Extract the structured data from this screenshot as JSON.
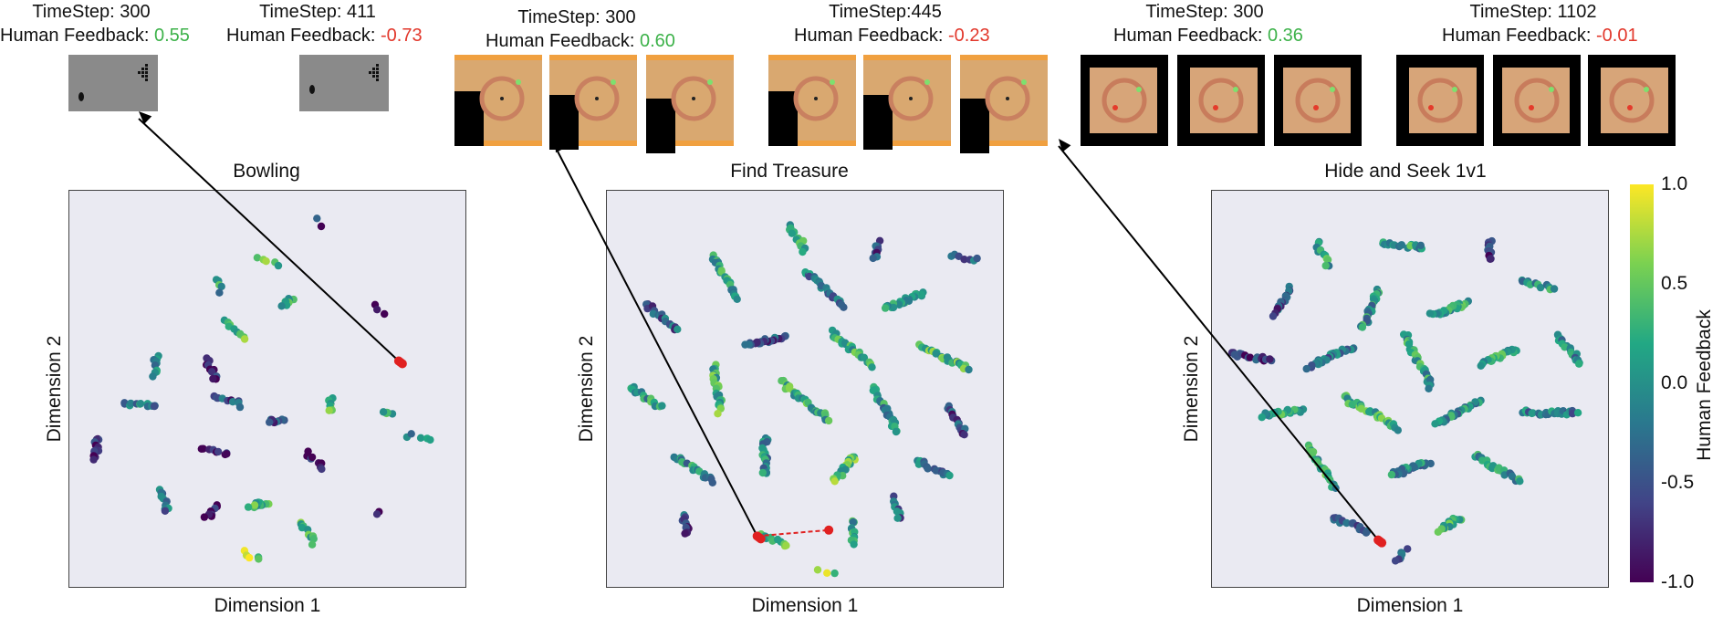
{
  "colors": {
    "positive": "#3db24a",
    "negative": "#e2372b",
    "highlight": "#e02020",
    "plot_bg": "#eaeaf2"
  },
  "icons": {
    "bowling_frame": "bowling-frame-icon",
    "maze_frame": "maze-frame-icon"
  },
  "annotations": [
    {
      "timestep_label": "TimeStep: 300",
      "feedback_label": "Human Feedback: ",
      "feedback_value": "0.55",
      "sign": "pos"
    },
    {
      "timestep_label": "TimeStep: 411",
      "feedback_label": "Human Feedback: ",
      "feedback_value": "-0.73",
      "sign": "neg"
    },
    {
      "timestep_label": "TimeStep: 300",
      "feedback_label": "Human Feedback: ",
      "feedback_value": "0.60",
      "sign": "pos"
    },
    {
      "timestep_label": "TimeStep:445",
      "feedback_label": "Human Feedback: ",
      "feedback_value": "-0.23",
      "sign": "neg"
    },
    {
      "timestep_label": "TimeStep: 300",
      "feedback_label": "Human Feedback: ",
      "feedback_value": "0.36",
      "sign": "pos"
    },
    {
      "timestep_label": "TimeStep: 1102",
      "feedback_label": "Human Feedback: ",
      "feedback_value": "-0.01",
      "sign": "neg"
    }
  ],
  "chart_data": [
    {
      "type": "scatter",
      "title": "Bowling",
      "xlabel": "Dimension 1",
      "ylabel": "Dimension 2",
      "color_by": "Human Feedback",
      "clim": [
        -1.0,
        1.0
      ],
      "clusters": [
        {
          "x": 0.63,
          "y": 0.92,
          "n": 2,
          "v": -0.8
        },
        {
          "x": 0.55,
          "y": 0.72,
          "n": 8,
          "v": 0.2
        },
        {
          "x": 0.5,
          "y": 0.82,
          "n": 5,
          "v": 0.4
        },
        {
          "x": 0.38,
          "y": 0.76,
          "n": 5,
          "v": 0.1
        },
        {
          "x": 0.42,
          "y": 0.65,
          "n": 10,
          "v": 0.3
        },
        {
          "x": 0.36,
          "y": 0.55,
          "n": 10,
          "v": -0.9
        },
        {
          "x": 0.22,
          "y": 0.56,
          "n": 10,
          "v": 0.0
        },
        {
          "x": 0.18,
          "y": 0.46,
          "n": 12,
          "v": -0.1
        },
        {
          "x": 0.4,
          "y": 0.47,
          "n": 10,
          "v": -0.5
        },
        {
          "x": 0.52,
          "y": 0.42,
          "n": 10,
          "v": -0.6
        },
        {
          "x": 0.66,
          "y": 0.46,
          "n": 8,
          "v": 0.4
        },
        {
          "x": 0.78,
          "y": 0.7,
          "n": 3,
          "v": -0.9
        },
        {
          "x": 0.8,
          "y": 0.44,
          "n": 6,
          "v": 0.2
        },
        {
          "x": 0.88,
          "y": 0.38,
          "n": 5,
          "v": 0.0
        },
        {
          "x": 0.07,
          "y": 0.35,
          "n": 12,
          "v": -0.9
        },
        {
          "x": 0.37,
          "y": 0.34,
          "n": 9,
          "v": -0.8
        },
        {
          "x": 0.62,
          "y": 0.32,
          "n": 8,
          "v": -0.8
        },
        {
          "x": 0.24,
          "y": 0.22,
          "n": 10,
          "v": -0.3
        },
        {
          "x": 0.36,
          "y": 0.19,
          "n": 10,
          "v": -0.9
        },
        {
          "x": 0.48,
          "y": 0.21,
          "n": 12,
          "v": 0.3
        },
        {
          "x": 0.6,
          "y": 0.14,
          "n": 10,
          "v": 0.3
        },
        {
          "x": 0.46,
          "y": 0.08,
          "n": 5,
          "v": 0.6
        },
        {
          "x": 0.78,
          "y": 0.19,
          "n": 2,
          "v": -0.8
        }
      ],
      "highlight": {
        "x": 0.83,
        "y": 0.57
      }
    },
    {
      "type": "scatter",
      "title": "Find Treasure",
      "xlabel": "Dimension 1",
      "ylabel": "Dimension 2",
      "color_by": "Human Feedback",
      "clim": [
        -1.0,
        1.0
      ],
      "clusters": [
        {
          "x": 0.48,
          "y": 0.88,
          "n": 12,
          "v": 0.1
        },
        {
          "x": 0.68,
          "y": 0.85,
          "n": 8,
          "v": -0.6
        },
        {
          "x": 0.9,
          "y": 0.83,
          "n": 7,
          "v": -0.3
        },
        {
          "x": 0.3,
          "y": 0.78,
          "n": 25,
          "v": 0.1
        },
        {
          "x": 0.55,
          "y": 0.75,
          "n": 25,
          "v": -0.2
        },
        {
          "x": 0.75,
          "y": 0.72,
          "n": 25,
          "v": 0.1
        },
        {
          "x": 0.14,
          "y": 0.68,
          "n": 18,
          "v": -0.4
        },
        {
          "x": 0.4,
          "y": 0.62,
          "n": 25,
          "v": -0.5
        },
        {
          "x": 0.62,
          "y": 0.6,
          "n": 25,
          "v": 0.2
        },
        {
          "x": 0.85,
          "y": 0.58,
          "n": 25,
          "v": 0.3
        },
        {
          "x": 0.1,
          "y": 0.48,
          "n": 15,
          "v": 0.1
        },
        {
          "x": 0.28,
          "y": 0.5,
          "n": 25,
          "v": 0.3
        },
        {
          "x": 0.5,
          "y": 0.47,
          "n": 30,
          "v": 0.2
        },
        {
          "x": 0.7,
          "y": 0.45,
          "n": 25,
          "v": 0.0
        },
        {
          "x": 0.88,
          "y": 0.42,
          "n": 15,
          "v": -0.5
        },
        {
          "x": 0.22,
          "y": 0.3,
          "n": 20,
          "v": 0.0
        },
        {
          "x": 0.4,
          "y": 0.33,
          "n": 20,
          "v": -0.1
        },
        {
          "x": 0.6,
          "y": 0.3,
          "n": 20,
          "v": 0.4
        },
        {
          "x": 0.82,
          "y": 0.3,
          "n": 15,
          "v": -0.2
        },
        {
          "x": 0.2,
          "y": 0.16,
          "n": 10,
          "v": -0.5
        },
        {
          "x": 0.42,
          "y": 0.12,
          "n": 12,
          "v": 0.3
        },
        {
          "x": 0.62,
          "y": 0.14,
          "n": 12,
          "v": 0.1
        },
        {
          "x": 0.73,
          "y": 0.2,
          "n": 10,
          "v": -0.3
        },
        {
          "x": 0.55,
          "y": 0.04,
          "n": 3,
          "v": 0.7
        }
      ],
      "highlight": {
        "x": 0.38,
        "y": 0.13
      },
      "highlight_end": {
        "x": 0.56,
        "y": 0.145
      }
    },
    {
      "type": "scatter",
      "title": "Hide and Seek 1v1",
      "xlabel": "Dimension 1",
      "ylabel": "Dimension 2",
      "color_by": "Human Feedback",
      "clim": [
        -1.0,
        1.0
      ],
      "clusters": [
        {
          "x": 0.48,
          "y": 0.86,
          "n": 18,
          "v": 0.1
        },
        {
          "x": 0.28,
          "y": 0.84,
          "n": 12,
          "v": 0.2
        },
        {
          "x": 0.7,
          "y": 0.85,
          "n": 10,
          "v": -0.6
        },
        {
          "x": 0.82,
          "y": 0.76,
          "n": 12,
          "v": 0.0
        },
        {
          "x": 0.18,
          "y": 0.72,
          "n": 18,
          "v": -0.5
        },
        {
          "x": 0.4,
          "y": 0.7,
          "n": 25,
          "v": 0.0
        },
        {
          "x": 0.6,
          "y": 0.7,
          "n": 25,
          "v": 0.1
        },
        {
          "x": 0.1,
          "y": 0.58,
          "n": 18,
          "v": -0.7
        },
        {
          "x": 0.3,
          "y": 0.58,
          "n": 30,
          "v": -0.3
        },
        {
          "x": 0.52,
          "y": 0.57,
          "n": 30,
          "v": 0.1
        },
        {
          "x": 0.72,
          "y": 0.58,
          "n": 25,
          "v": 0.2
        },
        {
          "x": 0.9,
          "y": 0.6,
          "n": 18,
          "v": -0.1
        },
        {
          "x": 0.18,
          "y": 0.44,
          "n": 25,
          "v": 0.1
        },
        {
          "x": 0.4,
          "y": 0.44,
          "n": 30,
          "v": 0.2
        },
        {
          "x": 0.62,
          "y": 0.44,
          "n": 30,
          "v": 0.0
        },
        {
          "x": 0.85,
          "y": 0.44,
          "n": 25,
          "v": -0.2
        },
        {
          "x": 0.28,
          "y": 0.3,
          "n": 25,
          "v": 0.2
        },
        {
          "x": 0.5,
          "y": 0.3,
          "n": 25,
          "v": -0.1
        },
        {
          "x": 0.72,
          "y": 0.3,
          "n": 25,
          "v": 0.0
        },
        {
          "x": 0.35,
          "y": 0.16,
          "n": 15,
          "v": -0.3
        },
        {
          "x": 0.6,
          "y": 0.16,
          "n": 15,
          "v": 0.2
        },
        {
          "x": 0.48,
          "y": 0.08,
          "n": 8,
          "v": -0.5
        }
      ],
      "highlight": {
        "x": 0.42,
        "y": 0.12
      }
    }
  ],
  "colorbar": {
    "label": "Human Feedback",
    "ticks": [
      "1.0",
      "0.5",
      "0.0",
      "-0.5",
      "-1.0"
    ]
  }
}
